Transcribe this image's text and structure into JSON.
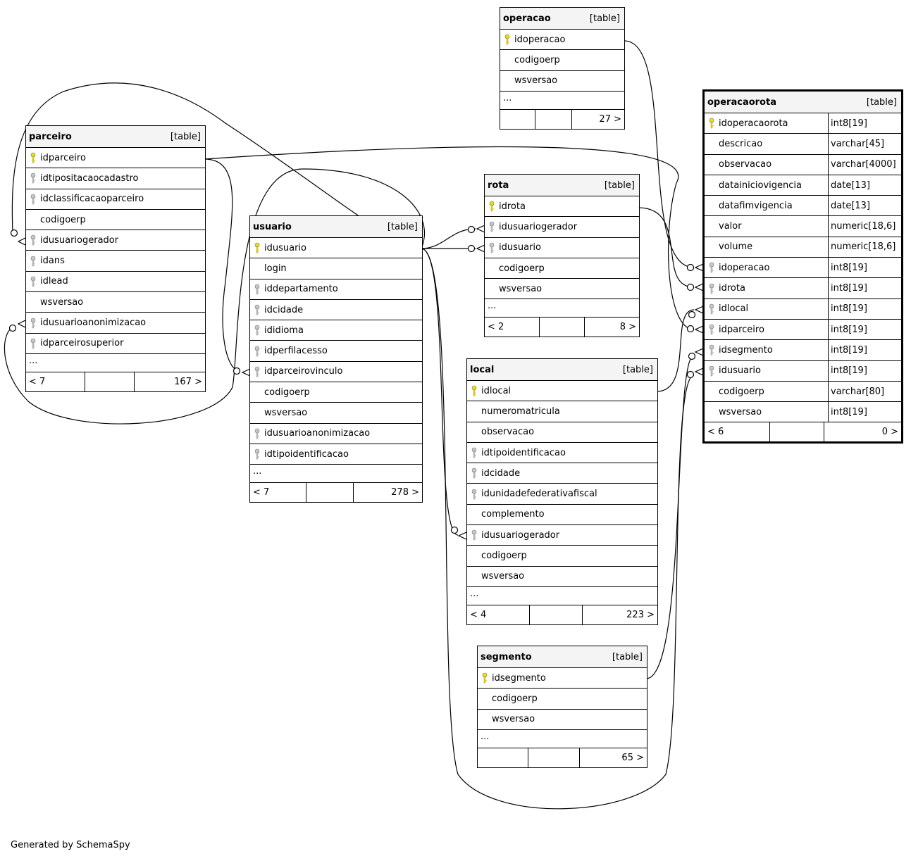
{
  "footer": {
    "generated_by": "Generated by SchemaSpy"
  },
  "tables": [
    {
      "id": "operacao",
      "name": "operacao",
      "kind": "[table]",
      "columns": [
        {
          "name": "idoperacao",
          "key": "pk"
        },
        {
          "name": "codigoerp",
          "key": ""
        },
        {
          "name": "wsversao",
          "key": ""
        }
      ],
      "more": "...",
      "parents": "",
      "children": "27 >"
    },
    {
      "id": "operacaorota",
      "name": "operacaorota",
      "kind": "[table]",
      "columns": [
        {
          "name": "idoperacaorota",
          "key": "pk",
          "type": "int8[19]"
        },
        {
          "name": "descricao",
          "key": "",
          "type": "varchar[45]"
        },
        {
          "name": "observacao",
          "key": "",
          "type": "varchar[4000]"
        },
        {
          "name": "datainiciovigencia",
          "key": "",
          "type": "date[13]"
        },
        {
          "name": "datafimvigencia",
          "key": "",
          "type": "date[13]"
        },
        {
          "name": "valor",
          "key": "",
          "type": "numeric[18,6]"
        },
        {
          "name": "volume",
          "key": "",
          "type": "numeric[18,6]"
        },
        {
          "name": "idoperacao",
          "key": "fk",
          "type": "int8[19]"
        },
        {
          "name": "idrota",
          "key": "fk",
          "type": "int8[19]"
        },
        {
          "name": "idlocal",
          "key": "fk",
          "type": "int8[19]"
        },
        {
          "name": "idparceiro",
          "key": "fk",
          "type": "int8[19]"
        },
        {
          "name": "idsegmento",
          "key": "fk",
          "type": "int8[19]"
        },
        {
          "name": "idusuario",
          "key": "fk",
          "type": "int8[19]"
        },
        {
          "name": "codigoerp",
          "key": "",
          "type": "varchar[80]"
        },
        {
          "name": "wsversao",
          "key": "",
          "type": "int8[19]"
        }
      ],
      "more": "",
      "parents": "< 6",
      "children": "0 >"
    },
    {
      "id": "parceiro",
      "name": "parceiro",
      "kind": "[table]",
      "columns": [
        {
          "name": "idparceiro",
          "key": "pk"
        },
        {
          "name": "idtipositacaocadastro",
          "key": "fk"
        },
        {
          "name": "idclassificacaoparceiro",
          "key": "fk"
        },
        {
          "name": "codigoerp",
          "key": ""
        },
        {
          "name": "idusuariogerador",
          "key": "fk"
        },
        {
          "name": "idans",
          "key": "fk"
        },
        {
          "name": "idlead",
          "key": "fk"
        },
        {
          "name": "wsversao",
          "key": ""
        },
        {
          "name": "idusuarioanonimizacao",
          "key": "fk"
        },
        {
          "name": "idparceirosuperior",
          "key": "fk"
        }
      ],
      "more": "...",
      "parents": "< 7",
      "children": "167 >"
    },
    {
      "id": "rota",
      "name": "rota",
      "kind": "[table]",
      "columns": [
        {
          "name": "idrota",
          "key": "pk"
        },
        {
          "name": "idusuariogerador",
          "key": "fk"
        },
        {
          "name": "idusuario",
          "key": "fk"
        },
        {
          "name": "codigoerp",
          "key": ""
        },
        {
          "name": "wsversao",
          "key": ""
        }
      ],
      "more": "...",
      "parents": "< 2",
      "children": "8 >"
    },
    {
      "id": "usuario",
      "name": "usuario",
      "kind": "[table]",
      "columns": [
        {
          "name": "idusuario",
          "key": "pk"
        },
        {
          "name": "login",
          "key": ""
        },
        {
          "name": "iddepartamento",
          "key": "fk"
        },
        {
          "name": "idcidade",
          "key": "fk"
        },
        {
          "name": "ididioma",
          "key": "fk"
        },
        {
          "name": "idperfilacesso",
          "key": "fk"
        },
        {
          "name": "idparceirovinculo",
          "key": "fk"
        },
        {
          "name": "codigoerp",
          "key": ""
        },
        {
          "name": "wsversao",
          "key": ""
        },
        {
          "name": "idusuarioanonimizacao",
          "key": "fk"
        },
        {
          "name": "idtipoidentificacao",
          "key": "fk"
        }
      ],
      "more": "...",
      "parents": "< 7",
      "children": "278 >"
    },
    {
      "id": "local",
      "name": "local",
      "kind": "[table]",
      "columns": [
        {
          "name": "idlocal",
          "key": "pk"
        },
        {
          "name": "numeromatricula",
          "key": ""
        },
        {
          "name": "observacao",
          "key": ""
        },
        {
          "name": "idtipoidentificacao",
          "key": "fk"
        },
        {
          "name": "idcidade",
          "key": "fk"
        },
        {
          "name": "idunidadefederativafiscal",
          "key": "fk"
        },
        {
          "name": "complemento",
          "key": ""
        },
        {
          "name": "idusuariogerador",
          "key": "fk"
        },
        {
          "name": "codigoerp",
          "key": ""
        },
        {
          "name": "wsversao",
          "key": ""
        }
      ],
      "more": "...",
      "parents": "< 4",
      "children": "223 >"
    },
    {
      "id": "segmento",
      "name": "segmento",
      "kind": "[table]",
      "columns": [
        {
          "name": "idsegmento",
          "key": "pk"
        },
        {
          "name": "codigoerp",
          "key": ""
        },
        {
          "name": "wsversao",
          "key": ""
        }
      ],
      "more": "...",
      "parents": "",
      "children": "65 >"
    }
  ],
  "relationships": [
    {
      "from": "operacao.idoperacao",
      "to": "operacaorota.idoperacao"
    },
    {
      "from": "rota.idrota",
      "to": "operacaorota.idrota"
    },
    {
      "from": "local.idlocal",
      "to": "operacaorota.idlocal"
    },
    {
      "from": "parceiro.idparceiro",
      "to": "operacaorota.idparceiro"
    },
    {
      "from": "segmento.idsegmento",
      "to": "operacaorota.idsegmento"
    },
    {
      "from": "usuario.idusuario",
      "to": "operacaorota.idusuario"
    },
    {
      "from": "usuario.idusuario",
      "to": "rota.idusuariogerador"
    },
    {
      "from": "usuario.idusuario",
      "to": "rota.idusuario"
    },
    {
      "from": "usuario.idusuario",
      "to": "local.idusuariogerador"
    },
    {
      "from": "usuario.idusuario",
      "to": "parceiro.idusuariogerador"
    },
    {
      "from": "usuario.idusuario",
      "to": "parceiro.idusuarioanonimizacao"
    },
    {
      "from": "parceiro.idparceiro",
      "to": "usuario.idparceirovinculo"
    }
  ]
}
